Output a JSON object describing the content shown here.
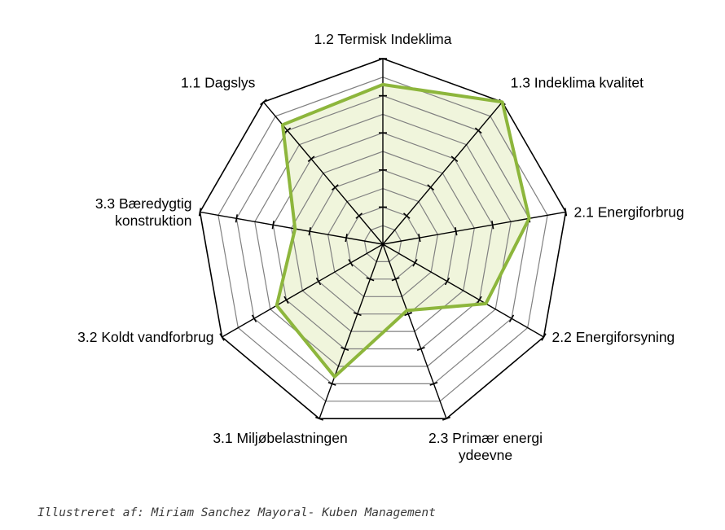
{
  "chart_data": {
    "type": "radar",
    "categories": [
      "1.2 Termisk Indeklima",
      "1.3 Indeklima kvalitet",
      "2.1 Energiforbrug",
      "2.2 Energiforsyning",
      "2.3 Primær energi ydeevne",
      "3.1 Miljøbelastningen",
      "3.2 Koldt vandforbrug",
      "3.3 Bæredygtig konstruktion",
      "1.1 Dagslys"
    ],
    "label_lines": [
      [
        "1.2 Termisk Indeklima"
      ],
      [
        "1.3 Indeklima kvalitet"
      ],
      [
        "2.1 Energiforbrug"
      ],
      [
        "2.2 Energiforsyning"
      ],
      [
        "2.3 Primær energi",
        "ydeevne"
      ],
      [
        "3.1 Miljøbelastningen"
      ],
      [
        "3.2 Koldt vandforbrug"
      ],
      [
        "3.3 Bæredygtig",
        "konstruktion"
      ],
      [
        "1.1 Dagslys"
      ]
    ],
    "series": [
      {
        "values": [
          4.3,
          5.0,
          4.0,
          3.2,
          1.9,
          3.8,
          3.3,
          2.4,
          4.2
        ]
      }
    ],
    "range": [
      0,
      5
    ],
    "rings": 10,
    "colors": {
      "line": "#8db63c",
      "fill": "#f0f5dc",
      "grid": "#808080",
      "outer": "#000000"
    }
  },
  "credit": "Illustreret af: Miriam Sanchez Mayoral- Kuben Management"
}
